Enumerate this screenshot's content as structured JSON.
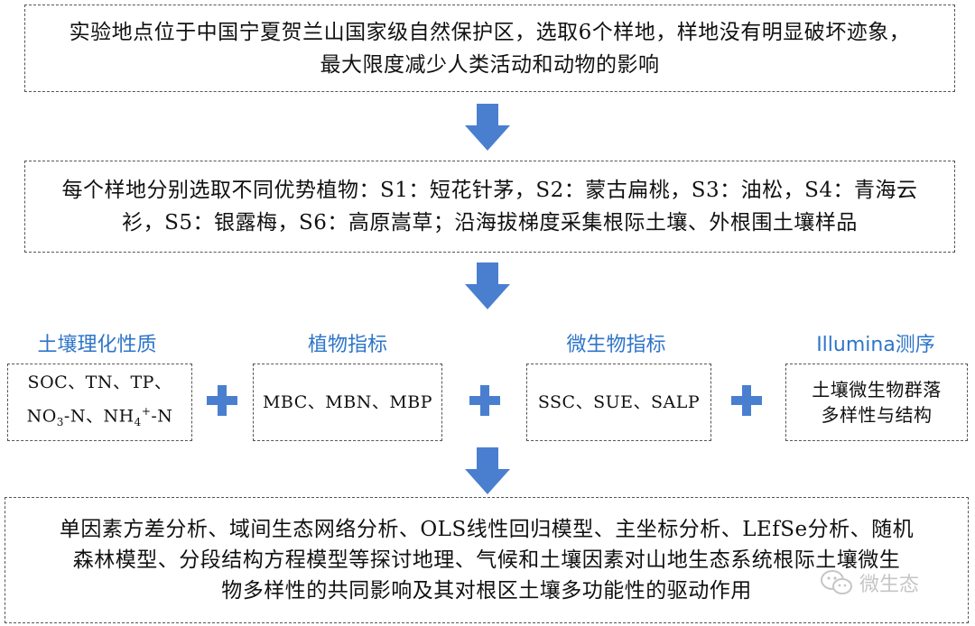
{
  "steps": {
    "site": "实验地点位于中国宁夏贺兰山国家级自然保护区，选取6个样地，样地没有明显破坏迹象，\n最大限度减少人类活动和动物的影响",
    "sampling": "每个样地分别选取不同优势植物：S1：短花针茅，S2：蒙古扁桃，S3：油松，S4：青海云\n衫，S5：银露梅，S6：高原嵩草；沿海拔梯度采集根际土壤、外根围土壤样品",
    "analysis": "单因素方差分析、域间生态网络分析、OLS线性回归模型、主坐标分析、LEfSe分析、随机\n森林模型、分段结构方程模型等探讨地理、气候和土壤因素对山地生态系统根际土壤微生\n物多样性的共同影响及其对根区土壤多功能性的驱动作用"
  },
  "categories": [
    {
      "header": "土壤理化性质",
      "content_line1": "SOC、TN、TP、",
      "content_line2_a": "NO",
      "content_line2_sub": "3",
      "content_line2_b": "-N、NH",
      "content_line2_sub2": "4",
      "content_line2_sup": "+",
      "content_line2_c": "-N"
    },
    {
      "header": "植物指标",
      "content": "MBC、MBN、MBP"
    },
    {
      "header": "微生物指标",
      "content": "SSC、SUE、SALP"
    },
    {
      "header": "Illumina测序",
      "content": "土壤微生物群落\n多样性与结构"
    }
  ],
  "colors": {
    "accent": "#2e75c9",
    "arrow": "#4a7fd0",
    "border": "#555555"
  },
  "icons": [
    "down-arrow-icon",
    "plus-icon",
    "wechat-icon"
  ],
  "watermark": {
    "text": "微生态"
  }
}
